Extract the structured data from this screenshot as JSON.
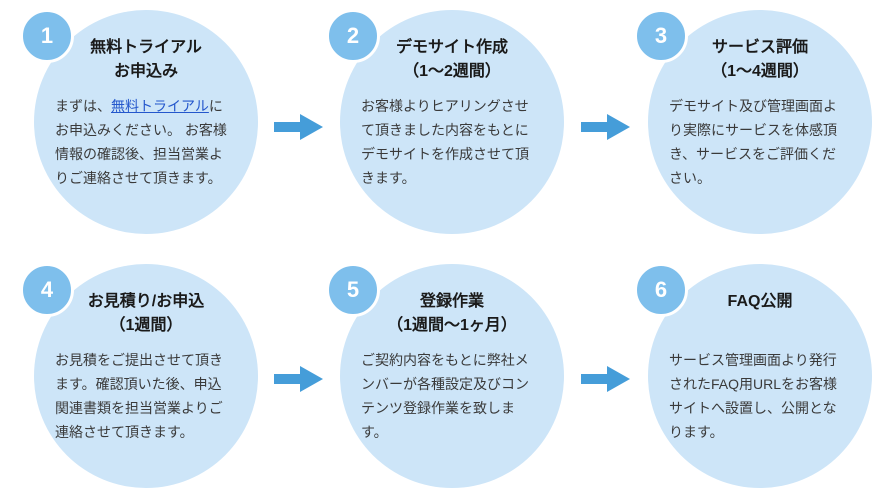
{
  "colors": {
    "circle_fill": "#cde5f8",
    "badge_fill": "#7ebfec",
    "badge_border": "#ffffff",
    "badge_text": "#ffffff",
    "arrow": "#459dd9",
    "title_text": "#1a1a1a",
    "body_text": "#3a3a3a",
    "link": "#2457cc",
    "page_bg": "#ffffff"
  },
  "steps": [
    {
      "number": "1",
      "title": "無料トライアル\nお申込み",
      "subtitle": "",
      "body_pre": "まずは、",
      "body_link": "無料トライアル",
      "body_post": "に\nお申込みください。 お客様\n情報の確認後、担当営業よ\nりご連絡させて頂きます。"
    },
    {
      "number": "2",
      "title": "デモサイト作成",
      "subtitle": "（1〜2週間）",
      "body": "お客様よりヒアリングさせ\nて頂きました内容をもとに\nデモサイトを作成させて頂\nきます。"
    },
    {
      "number": "3",
      "title": "サービス評価",
      "subtitle": "（1〜4週間）",
      "body": "デモサイト及び管理画面よ\nり実際にサービスを体感頂\nき、サービスをご評価くだ\nさい。"
    },
    {
      "number": "4",
      "title": "お見積り/お申込",
      "subtitle": "（1週間）",
      "body": "お見積をご提出させて頂き\nます。確認頂いた後、申込\n関連書類を担当営業よりご\n連絡させて頂きます。"
    },
    {
      "number": "5",
      "title": "登録作業",
      "subtitle": "（1週間〜1ヶ月）",
      "body": "ご契約内容をもとに弊社メ\nンバーが各種設定及びコン\nテンツ登録作業を致しま\nす。"
    },
    {
      "number": "6",
      "title": "FAQ公開",
      "subtitle": "",
      "body": "サービス管理画面より発行\nされたFAQ用URLをお客様\nサイトへ設置し、公開とな\nります。"
    }
  ]
}
